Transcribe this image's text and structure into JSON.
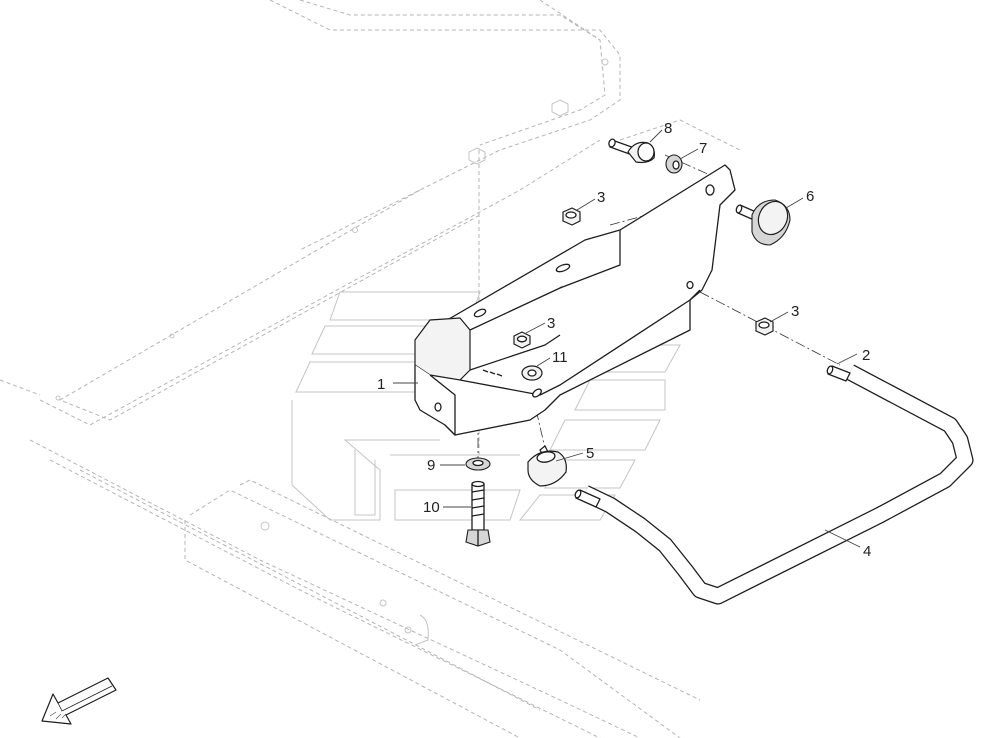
{
  "callouts": [
    {
      "id": "c1",
      "label": "1"
    },
    {
      "id": "c2",
      "label": "2"
    },
    {
      "id": "c3a",
      "label": "3"
    },
    {
      "id": "c3b",
      "label": "3"
    },
    {
      "id": "c3c",
      "label": "3"
    },
    {
      "id": "c4",
      "label": "4"
    },
    {
      "id": "c5",
      "label": "5"
    },
    {
      "id": "c6",
      "label": "6"
    },
    {
      "id": "c7",
      "label": "7"
    },
    {
      "id": "c8",
      "label": "8"
    },
    {
      "id": "c9",
      "label": "9"
    },
    {
      "id": "c10",
      "label": "10"
    },
    {
      "id": "c11",
      "label": "11"
    }
  ],
  "icons": {
    "direction": "direction-arrow-icon"
  },
  "colors": {
    "line": "#1e1e1e",
    "ghost": "#b4b4b4",
    "background": "#ffffff"
  }
}
